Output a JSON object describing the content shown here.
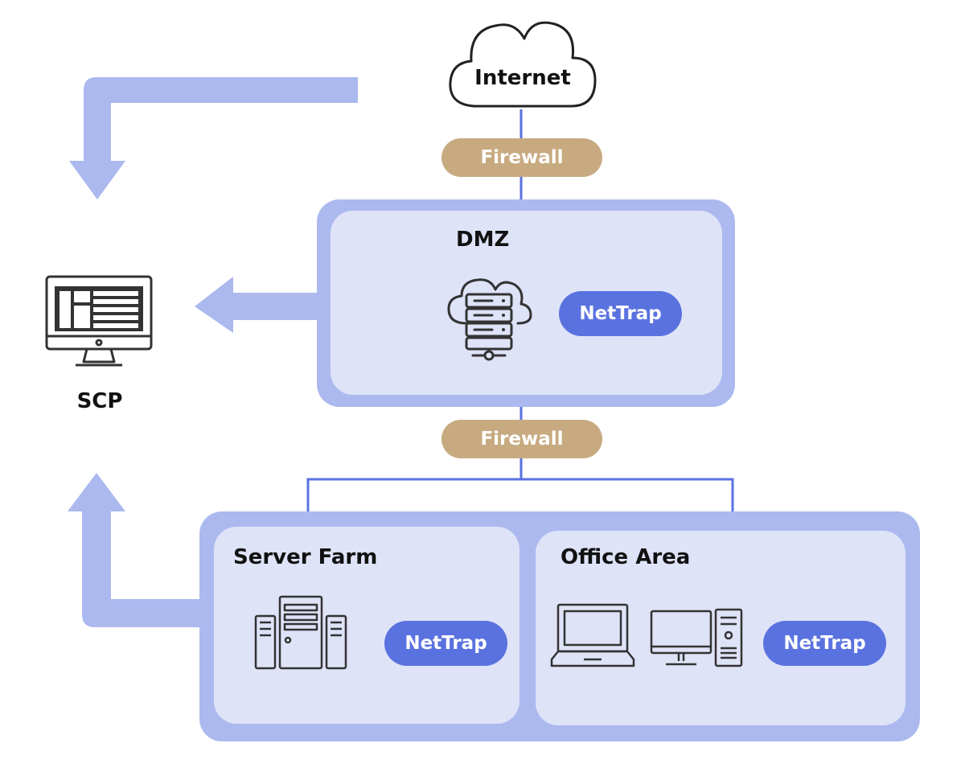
{
  "internet": {
    "label": "Internet"
  },
  "firewalls": [
    {
      "label": "Firewall"
    },
    {
      "label": "Firewall"
    }
  ],
  "dmz": {
    "title": "DMZ",
    "badge": "NetTrap"
  },
  "server_farm": {
    "title": "Server Farm",
    "badge": "NetTrap"
  },
  "office_area": {
    "title": "Office Area",
    "badge": "NetTrap"
  },
  "scp": {
    "label": "SCP"
  },
  "colors": {
    "arrow": "#abb9ef",
    "panel_border": "#abb9ef",
    "panel_fill": "#dfe3f8",
    "link_line": "#5a72e0",
    "firewall": "#c7aa80",
    "nettrap": "#5a72e0",
    "icon_stroke": "#333333"
  },
  "icons": [
    "cloud-icon",
    "cloud-server-icon",
    "server-tower-icon",
    "laptop-icon",
    "desktop-computer-icon",
    "monitor-icon"
  ]
}
